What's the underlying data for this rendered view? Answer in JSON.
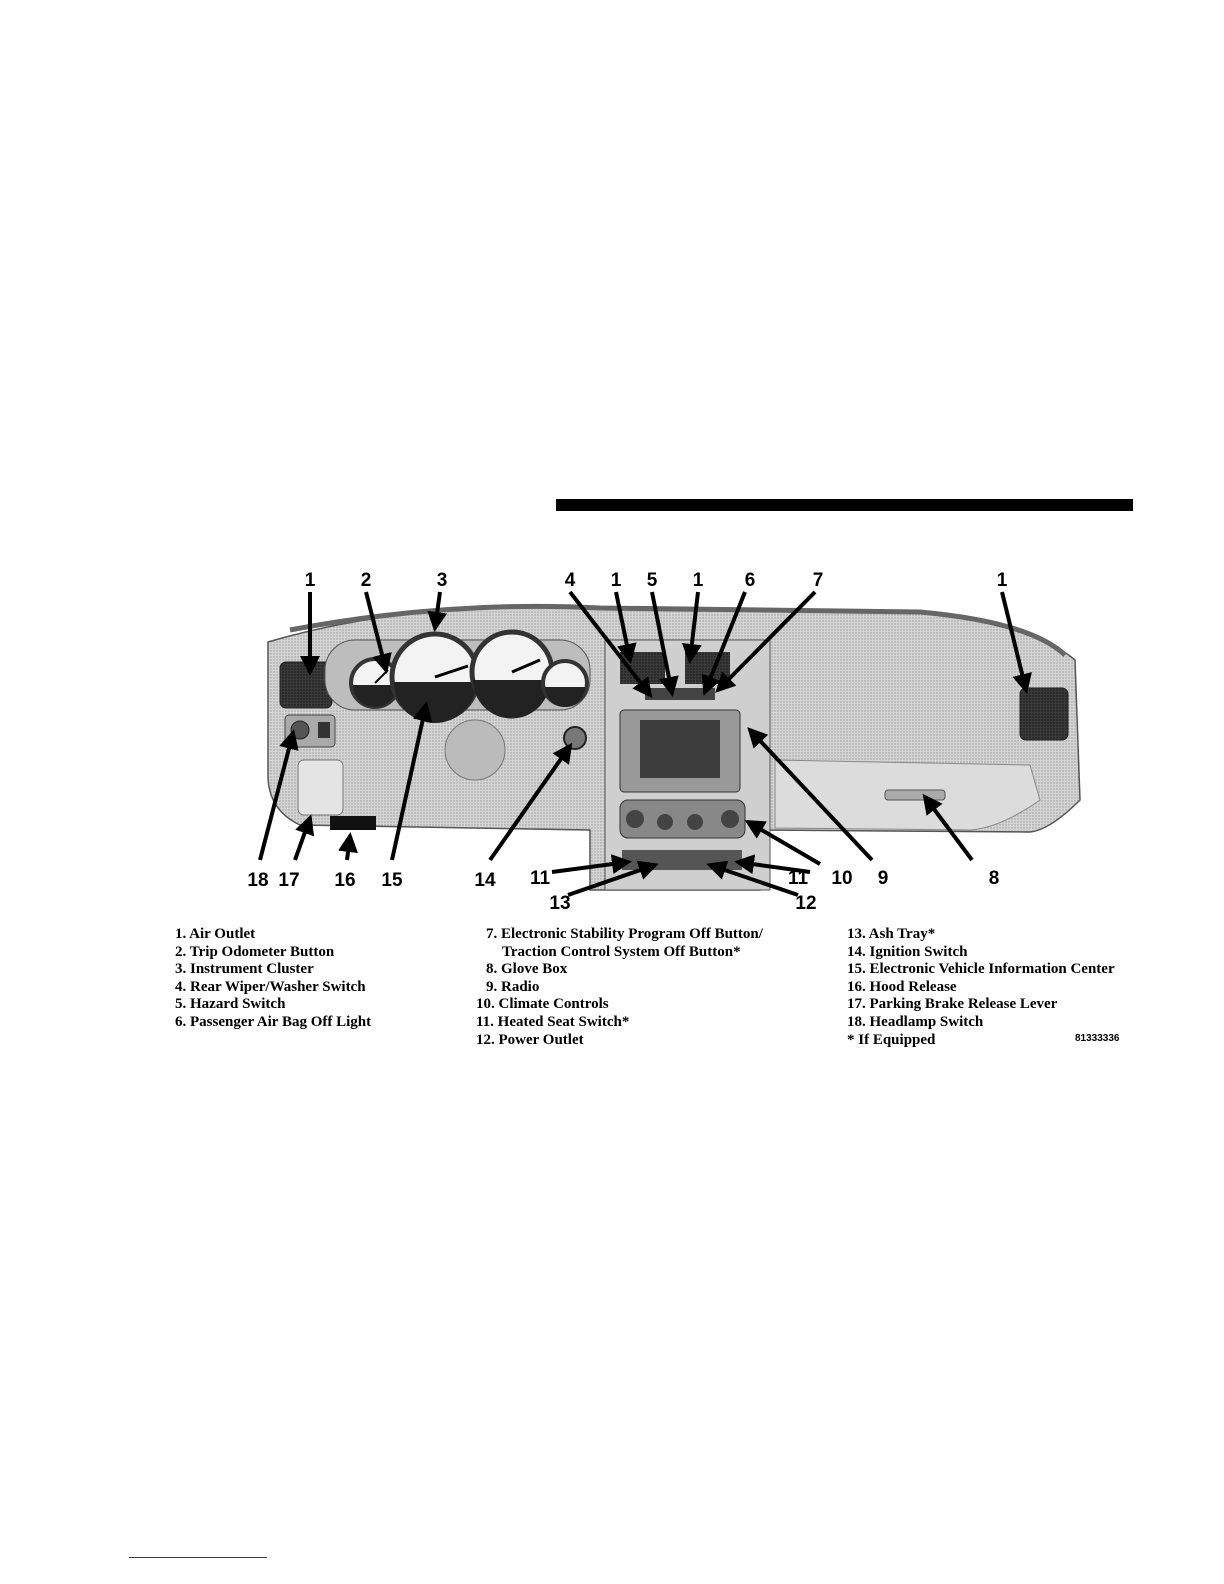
{
  "callouts": {
    "top": [
      "1",
      "2",
      "3",
      "4",
      "1",
      "5",
      "1",
      "6",
      "7",
      "1"
    ],
    "bottom": [
      "18",
      "17",
      "16",
      "15",
      "14",
      "11",
      "13",
      "11",
      "12",
      "10",
      "9",
      "8"
    ]
  },
  "legend": {
    "col1": [
      "1. Air Outlet",
      "2. Trip Odometer Button",
      "3. Instrument Cluster",
      "4. Rear Wiper/Washer Switch",
      "5. Hazard Switch",
      "6. Passenger Air Bag Off Light"
    ],
    "col2": [
      "7. Electronic Stability Program Off Button/",
      "Traction Control System Off Button*",
      "8. Glove Box",
      "9. Radio",
      "10. Climate Controls",
      "11. Heated Seat Switch*",
      "12. Power Outlet"
    ],
    "col3": [
      "13. Ash Tray*",
      "14. Ignition Switch",
      "15. Electronic Vehicle Information Center",
      "16. Hood Release",
      "17. Parking Brake Release Lever",
      "18. Headlamp Switch",
      "* If Equipped"
    ]
  },
  "figure_id": "81333336"
}
